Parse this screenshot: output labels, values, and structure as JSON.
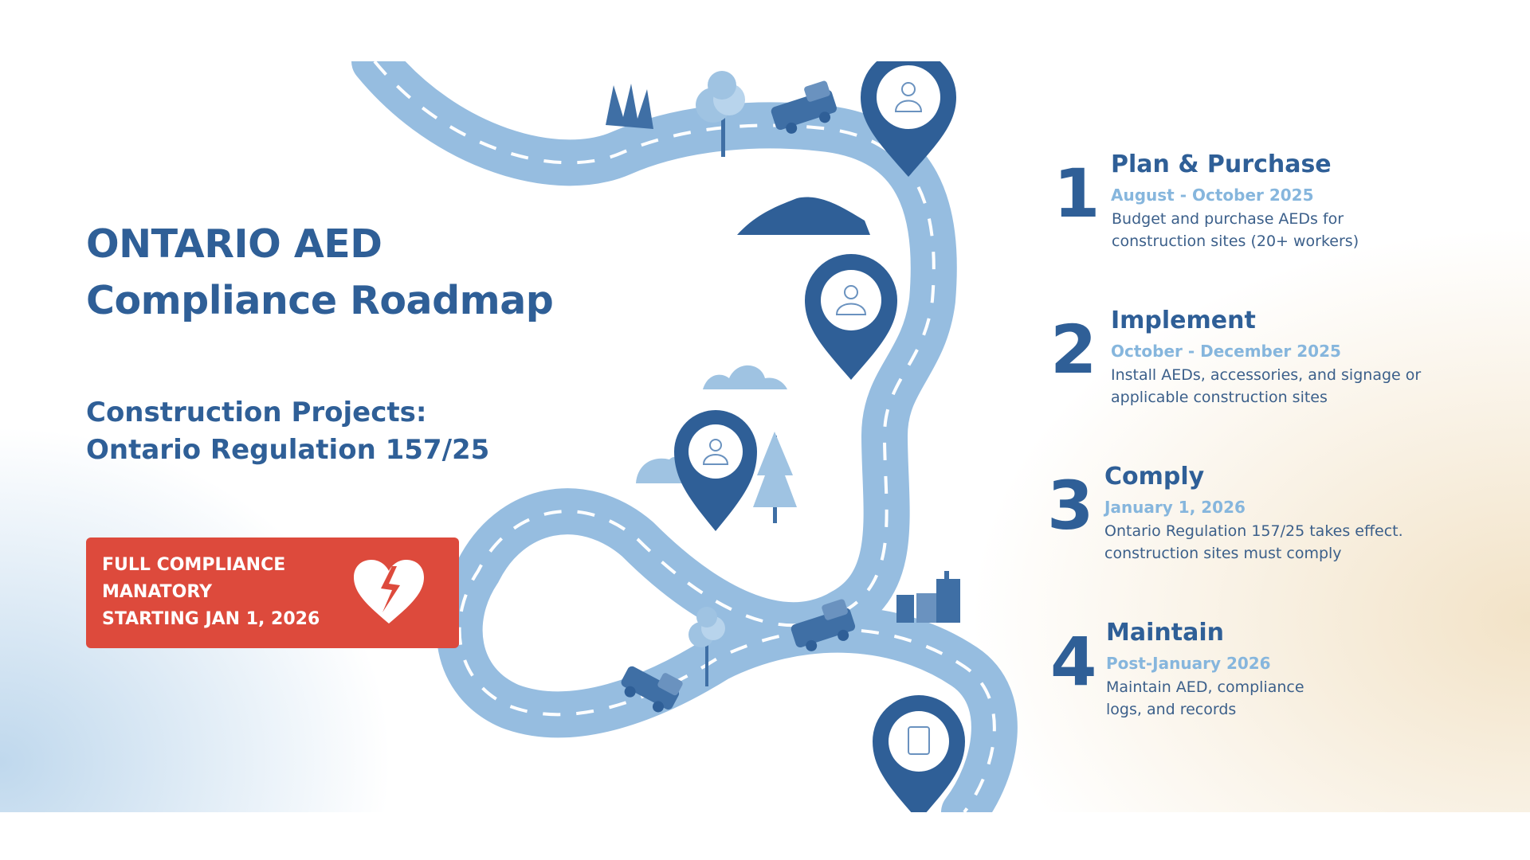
{
  "title": {
    "line1": "ONTARIO AED",
    "line2": "Compliance Roadmap"
  },
  "subtitle": {
    "line1": "Construction Projects:",
    "line2": "Ontario Regulation 157/25"
  },
  "banner": {
    "line1": "FULL COMPLIANCE",
    "line2": "MANATORY",
    "line3": "STARTING JAN 1, 2026",
    "icon": "broken-heart-icon"
  },
  "steps": [
    {
      "number": "1",
      "title": "Plan & Purchase",
      "date": "August - October 2025",
      "desc": [
        "Budget and purchase AEDs for",
        "construction sites (20+ workers)"
      ]
    },
    {
      "number": "2",
      "title": "Implement",
      "date": "October - December 2025",
      "desc": [
        "Install AEDs, accessories, and signage or",
        "applicable construction sites"
      ]
    },
    {
      "number": "3",
      "title": "Comply",
      "date": "January 1, 2026",
      "desc": [
        "Ontario Regulation 157/25 takes effect.",
        "construction sites must comply"
      ]
    },
    {
      "number": "4",
      "title": "Maintain",
      "date": "Post-January 2026",
      "desc": [
        "Maintain AED, compliance",
        "logs, and records"
      ]
    }
  ],
  "colors": {
    "primary": "#2f5f97",
    "accent_light": "#86b6dd",
    "road": "#96bde0",
    "pin": "#2f5f97",
    "banner": "#dd4a3c"
  }
}
